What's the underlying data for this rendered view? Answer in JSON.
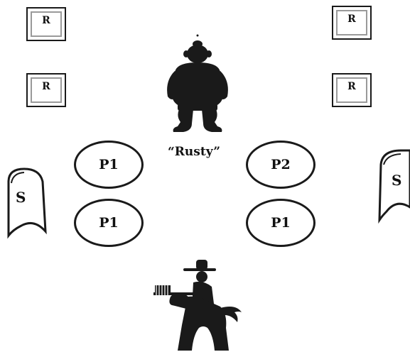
{
  "resources": {
    "top_left": "R",
    "mid_left": "R",
    "top_right": "R",
    "mid_right": "R"
  },
  "players": {
    "left_upper": "P1",
    "left_lower": "P1",
    "right_upper": "P2",
    "right_lower": "P1"
  },
  "shields": {
    "left": "S",
    "right": "S"
  },
  "boss": {
    "name": "“Rusty”",
    "icon": "sumo-wrestler-icon"
  },
  "rider": {
    "icon": "horse-rider-icon"
  },
  "colors": {
    "ink": "#1a1a1a",
    "background": "#ffffff"
  }
}
